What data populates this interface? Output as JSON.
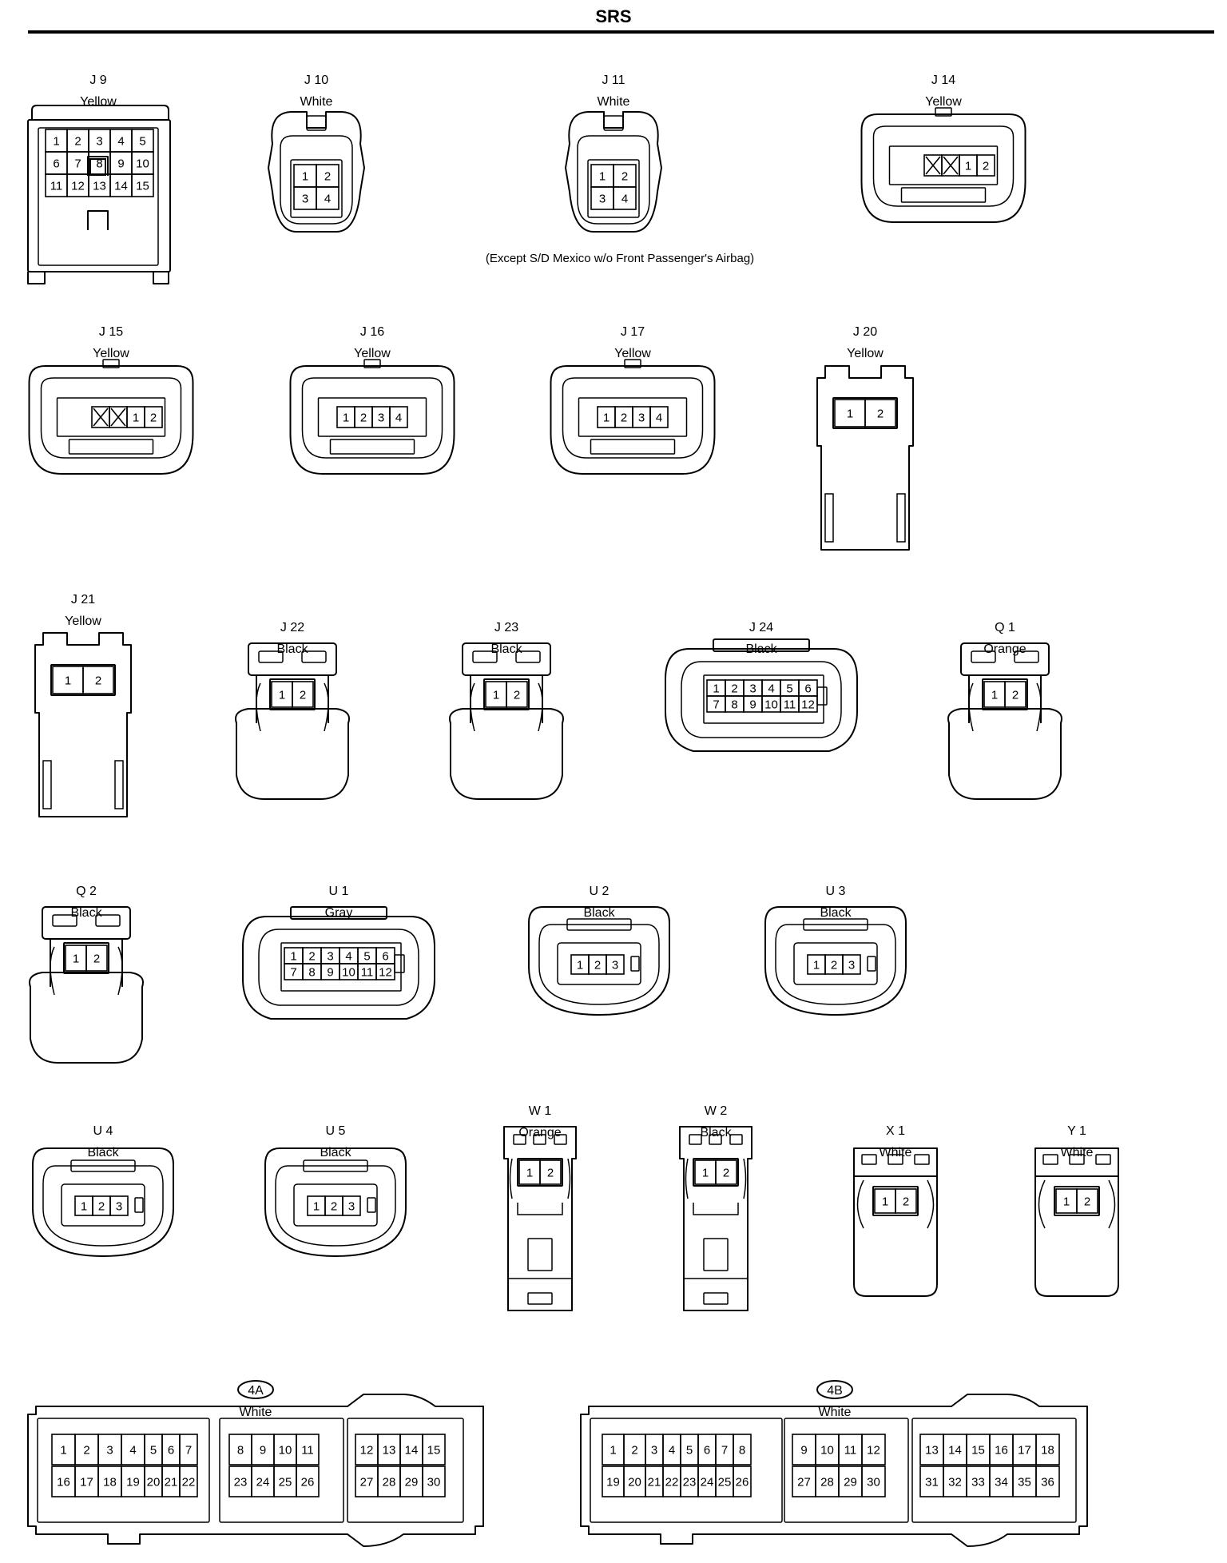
{
  "title": "SRS",
  "note": "(Except S/D Mexico w/o Front Passenger's Airbag)",
  "connectors": [
    {
      "id": "J 9",
      "color": "Yellow",
      "pins": [
        [
          "1",
          "2",
          "3",
          "4",
          "5"
        ],
        [
          "6",
          "7",
          "8",
          "9",
          "10"
        ],
        [
          "11",
          "12",
          "13",
          "14",
          "15"
        ]
      ]
    },
    {
      "id": "J 10",
      "color": "White",
      "pins": [
        [
          "1",
          "2"
        ],
        [
          "3",
          "4"
        ]
      ]
    },
    {
      "id": "J 11",
      "color": "White",
      "pins": [
        [
          "1",
          "2"
        ],
        [
          "3",
          "4"
        ]
      ]
    },
    {
      "id": "J 14",
      "color": "Yellow",
      "pins": [
        [
          "X",
          "X",
          "1",
          "2"
        ]
      ]
    },
    {
      "id": "J 15",
      "color": "Yellow",
      "pins": [
        [
          "X",
          "X",
          "1",
          "2"
        ]
      ]
    },
    {
      "id": "J 16",
      "color": "Yellow",
      "pins": [
        [
          "1",
          "2",
          "3",
          "4"
        ]
      ]
    },
    {
      "id": "J 17",
      "color": "Yellow",
      "pins": [
        [
          "1",
          "2",
          "3",
          "4"
        ]
      ]
    },
    {
      "id": "J 20",
      "color": "Yellow",
      "pins": [
        [
          "1",
          "2"
        ]
      ]
    },
    {
      "id": "J 21",
      "color": "Yellow",
      "pins": [
        [
          "1",
          "2"
        ]
      ]
    },
    {
      "id": "J 22",
      "color": "Black",
      "pins": [
        [
          "1",
          "2"
        ]
      ]
    },
    {
      "id": "J 23",
      "color": "Black",
      "pins": [
        [
          "1",
          "2"
        ]
      ]
    },
    {
      "id": "J 24",
      "color": "Black",
      "pins": [
        [
          "1",
          "2",
          "3",
          "4",
          "5",
          "6"
        ],
        [
          "7",
          "8",
          "9",
          "10",
          "11",
          "12"
        ]
      ]
    },
    {
      "id": "Q 1",
      "color": "Orange",
      "pins": [
        [
          "1",
          "2"
        ]
      ]
    },
    {
      "id": "Q 2",
      "color": "Black",
      "pins": [
        [
          "1",
          "2"
        ]
      ]
    },
    {
      "id": "U 1",
      "color": "Gray",
      "pins": [
        [
          "1",
          "2",
          "3",
          "4",
          "5",
          "6"
        ],
        [
          "7",
          "8",
          "9",
          "10",
          "11",
          "12"
        ]
      ]
    },
    {
      "id": "U 2",
      "color": "Black",
      "pins": [
        [
          "1",
          "2",
          "3"
        ]
      ]
    },
    {
      "id": "U 3",
      "color": "Black",
      "pins": [
        [
          "1",
          "2",
          "3"
        ]
      ]
    },
    {
      "id": "U 4",
      "color": "Black",
      "pins": [
        [
          "1",
          "2",
          "3"
        ]
      ]
    },
    {
      "id": "U 5",
      "color": "Black",
      "pins": [
        [
          "1",
          "2",
          "3"
        ]
      ]
    },
    {
      "id": "W 1",
      "color": "Orange",
      "pins": [
        [
          "1",
          "2"
        ]
      ]
    },
    {
      "id": "W 2",
      "color": "Black",
      "pins": [
        [
          "1",
          "2"
        ]
      ]
    },
    {
      "id": "X 1",
      "color": "White",
      "pins": [
        [
          "1",
          "2"
        ]
      ]
    },
    {
      "id": "Y 1",
      "color": "White",
      "pins": [
        [
          "1",
          "2"
        ]
      ]
    },
    {
      "id": "4A",
      "color": "White",
      "badge": true,
      "pins": [
        [
          "1",
          "2",
          "3",
          "4",
          "5",
          "6",
          "7",
          "8",
          "9",
          "10",
          "11",
          "12",
          "13",
          "14",
          "15"
        ],
        [
          "16",
          "17",
          "18",
          "19",
          "20",
          "21",
          "22",
          "23",
          "24",
          "25",
          "26",
          "27",
          "28",
          "29",
          "30"
        ]
      ]
    },
    {
      "id": "4B",
      "color": "White",
      "badge": true,
      "pins": [
        [
          "1",
          "2",
          "3",
          "4",
          "5",
          "6",
          "7",
          "8",
          "9",
          "10",
          "11",
          "12",
          "13",
          "14",
          "15",
          "16",
          "17",
          "18"
        ],
        [
          "19",
          "20",
          "21",
          "22",
          "23",
          "24",
          "25",
          "26",
          "27",
          "28",
          "29",
          "30",
          "31",
          "32",
          "33",
          "34",
          "35",
          "36"
        ]
      ]
    }
  ]
}
